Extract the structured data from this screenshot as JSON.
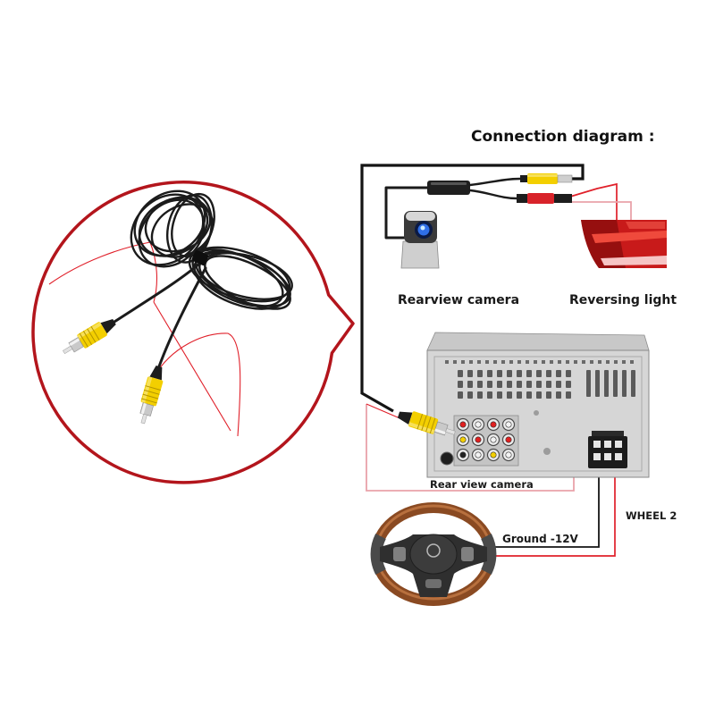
{
  "title": "Connection diagram :",
  "labels": {
    "rearview_camera": "Rearview camera",
    "reversing_light": "Reversing light",
    "rear_view_camera": "Rear view camera",
    "ground": "Ground -12V",
    "wheel": "WHEEL 2"
  },
  "colors": {
    "bubble_outline": "#b3151c",
    "wire_red": "#e0202a",
    "wire_pink": "#e9a2aa",
    "wire_black": "#141414",
    "rca_yellow": "#f3cf00"
  }
}
